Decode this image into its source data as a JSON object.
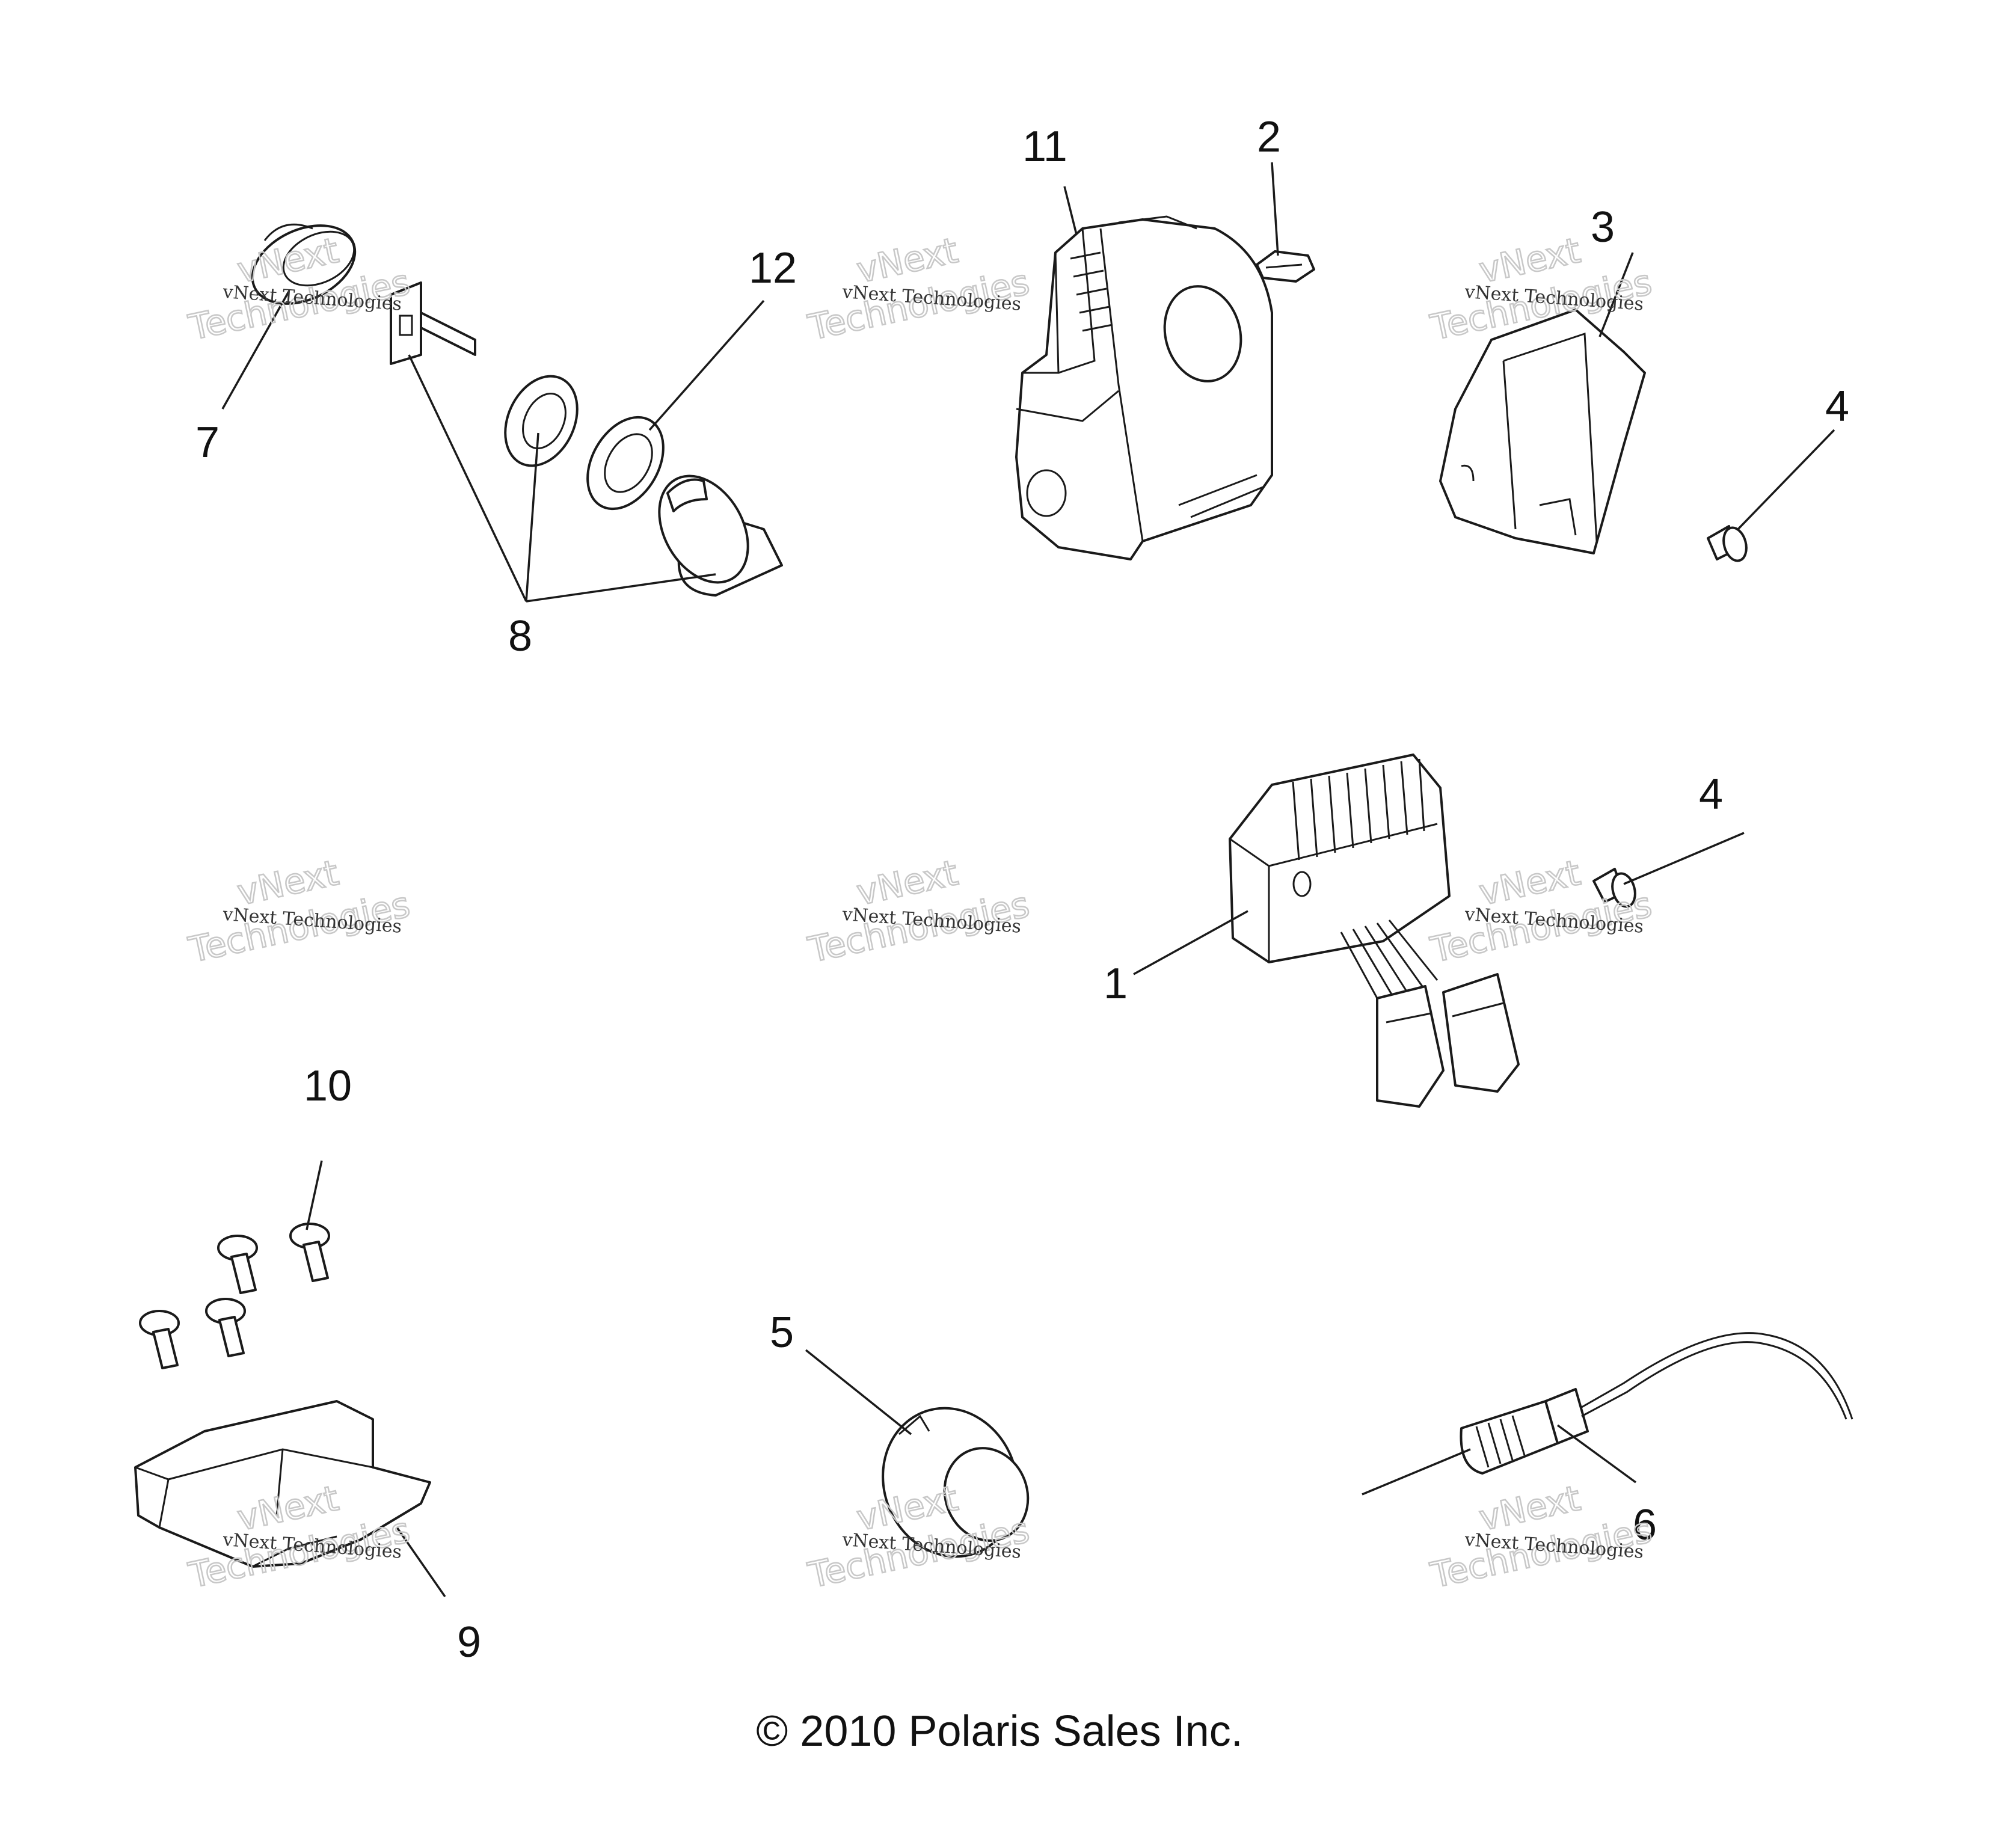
{
  "callouts": {
    "c1": "1",
    "c2": "2",
    "c3": "3",
    "c4a": "4",
    "c4b": "4",
    "c5": "5",
    "c6": "6",
    "c7": "7",
    "c8": "8",
    "c9": "9",
    "c10": "10",
    "c11": "11",
    "c12": "12"
  },
  "watermark": {
    "line1": "vNext Technologies",
    "line2": "Technologies",
    "small": "vNext"
  },
  "copyright": "© 2010 Polaris Sales Inc."
}
